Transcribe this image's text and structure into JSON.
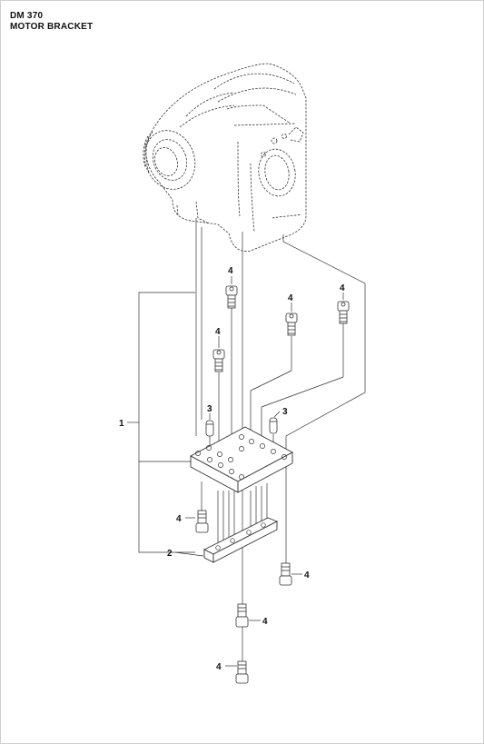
{
  "header": {
    "model": "DM 370",
    "title": "MOTOR BRACKET"
  },
  "callouts": {
    "bracket_assembly": "1",
    "clamp_plate": "2",
    "dowel_pin": "3",
    "screw": "4"
  },
  "colors": {
    "line": "#333333",
    "text": "#111111"
  }
}
